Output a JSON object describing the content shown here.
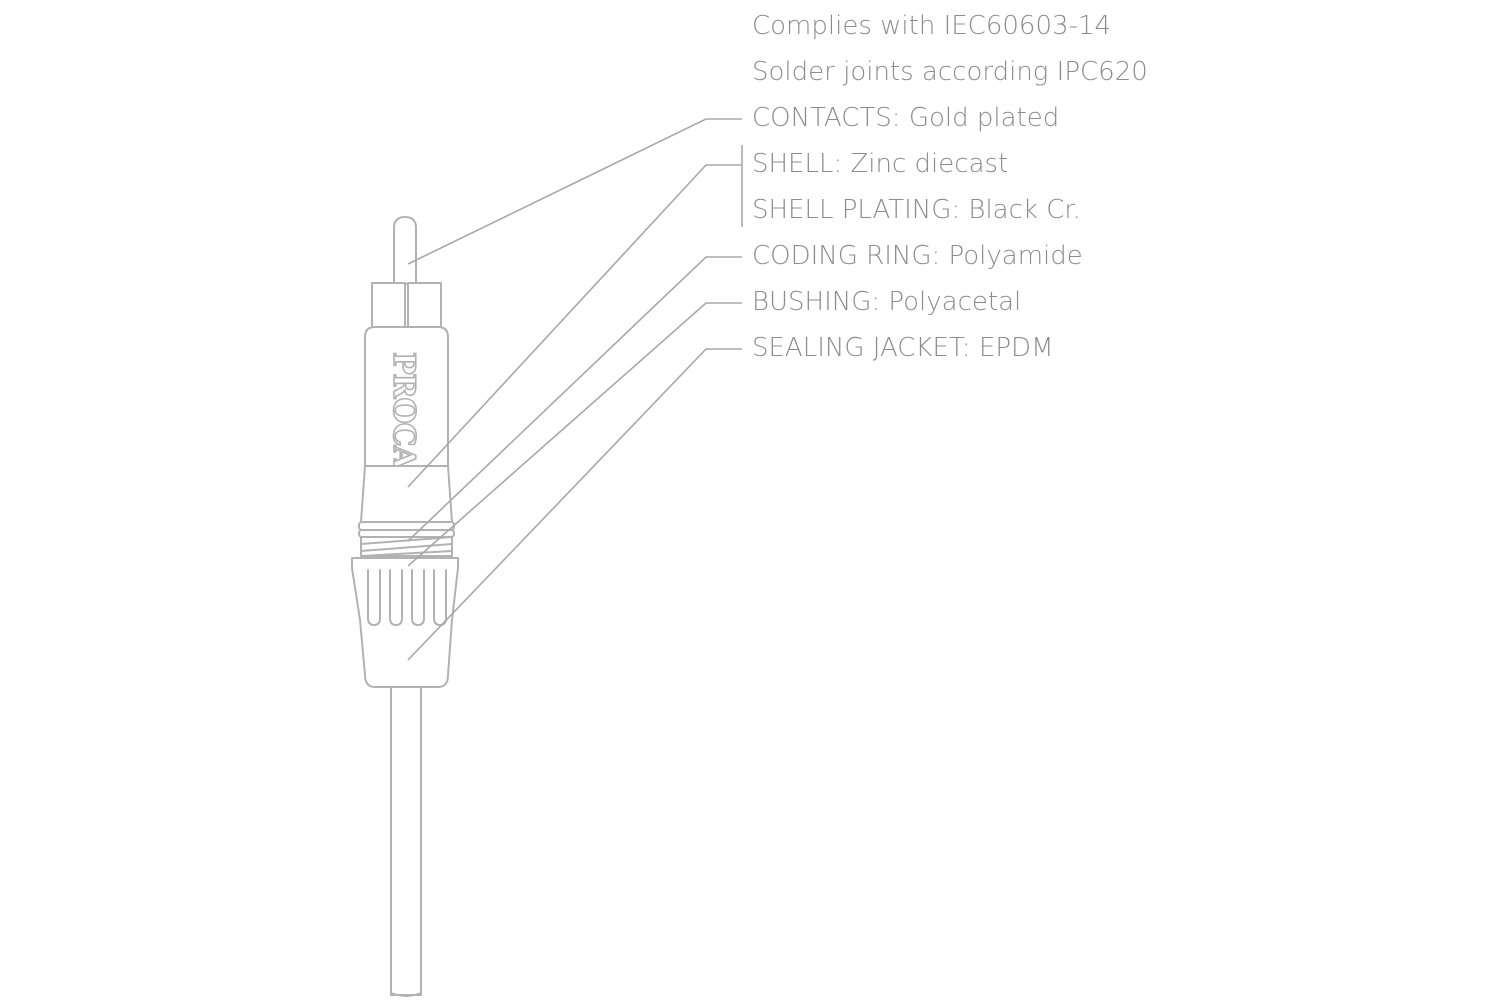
{
  "specs": {
    "standard": "Complies with IEC60603-14",
    "solder": "Solder joints according IPC620",
    "contacts": "CONTACTS: Gold plated",
    "shell": "SHELL: Zinc diecast",
    "shell_plating": "SHELL PLATING: Black Cr.",
    "coding_ring": "CODING RING: Polyamide",
    "bushing": "BUSHING: Polyacetal",
    "sealing_jacket": "SEALING JACKET: EPDM"
  },
  "logo": {
    "text": "PROCAB"
  },
  "colors": {
    "text": "#8c8c8c",
    "line": "#b2b2b2",
    "background": "#ffffff"
  }
}
